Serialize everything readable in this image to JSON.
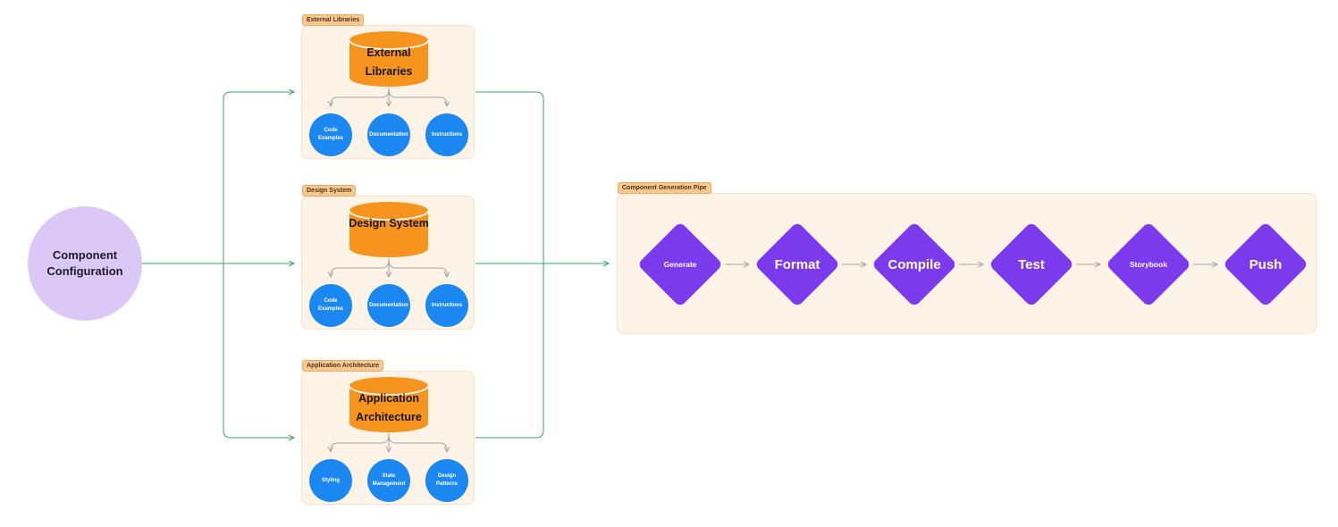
{
  "colors": {
    "canvas_bg": "#ffffff",
    "group_bg": "#fdf3e7",
    "group_border": "#f3e2cd",
    "badge_bg": "#f8c88e",
    "badge_border": "#eda95f",
    "badge_text": "#4a3520",
    "cylinder_fill": "#f7941e",
    "child_circle_fill": "#1b87f0",
    "start_circle_fill": "#dcc8f7",
    "diamond_fill": "#7c3aed",
    "green_connector": "#3aa55f",
    "gray_connector": "#a6a6a6",
    "dark_text": "#1c1c28",
    "light_text": "#ffffff"
  },
  "start_node": {
    "label": "Component Configuration"
  },
  "groups": [
    {
      "badge": "External Libraries",
      "database_label": "External Libraries",
      "children": [
        "Code Examples",
        "Documentation",
        "Instructions"
      ]
    },
    {
      "badge": "Design System",
      "database_label": "Design System",
      "children": [
        "Code Examples",
        "Documentation",
        "Instructions"
      ]
    },
    {
      "badge": "Application Architecture",
      "database_label": "Application Architecture",
      "children": [
        "Styling",
        "State Management",
        "Design Patterns"
      ]
    }
  ],
  "pipeline": {
    "badge": "Component Generation Pipe",
    "stages": [
      "Generate",
      "Format",
      "Compile",
      "Test",
      "Storybook",
      "Push"
    ]
  }
}
